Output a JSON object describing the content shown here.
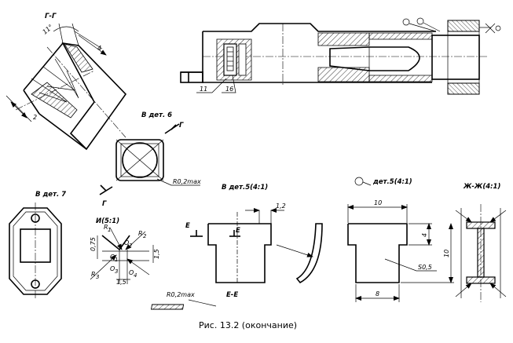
{
  "caption": "Рис. 13.2 (окончание)",
  "section_gg": {
    "title": "Г-Г",
    "angle": "11°",
    "dim_4": "4",
    "dim_2": "2"
  },
  "top_view": {
    "callout_11": "11",
    "callout_16": "16"
  },
  "detail6": {
    "title": "В дет. 6",
    "marker": "Г",
    "radius_note": "R0,2max"
  },
  "detail7": {
    "title": "В дет. 7"
  },
  "view_i": {
    "title": "И(5:1)",
    "r_label": "R",
    "o_label": "O",
    "dim_075": "0,75",
    "dim_15a": "1,5",
    "dim_15b": "1,5",
    "sub_1": "1",
    "sub_2": "2",
    "sub_3": "3",
    "sub_4": "4"
  },
  "detail5a": {
    "title": "В дет.5(4:1)",
    "dim_12": "1,2",
    "marker_e": "Е",
    "section_title": "Е-Е",
    "radius_note": "R0,2max"
  },
  "detail5b": {
    "title": "дет.5(4:1)",
    "dim_10": "10",
    "dim_4": "4",
    "dim_10v": "10",
    "dim_8": "8",
    "surface": "S0,5"
  },
  "section_zh": {
    "title": "Ж-Ж(4:1)"
  }
}
